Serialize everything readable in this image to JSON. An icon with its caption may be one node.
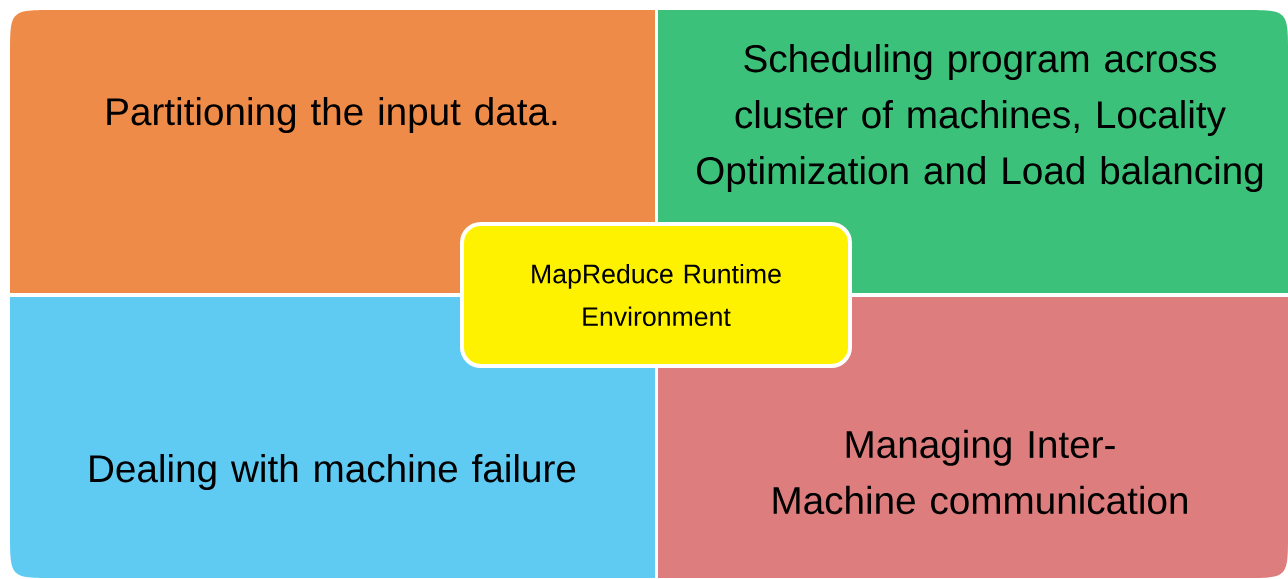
{
  "diagram": {
    "nodes": [
      {
        "text": [
          "Partitioning the input data."
        ]
      },
      {
        "text": [
          "Scheduling program across cluster of machines, Locality Optimization and Load balancing"
        ]
      },
      {
        "text": [
          "Dealing with machine failure"
        ]
      },
      {
        "text": [
          "Managing Inter-Machine communication"
        ]
      },
      {
        "text": [
          "MapReduce Runtime Environment"
        ]
      }
    ]
  }
}
